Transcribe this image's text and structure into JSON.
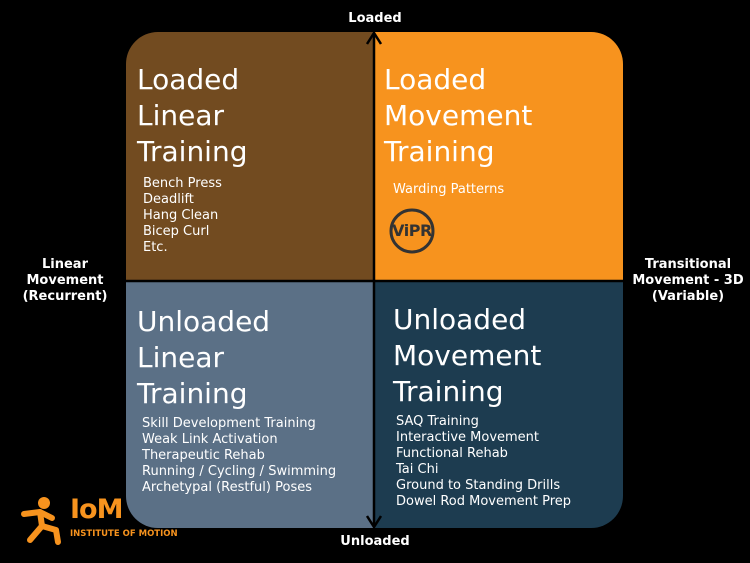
{
  "colors": {
    "background": "#000000",
    "loaded_linear": "#724b20",
    "loaded_movement": "#f7931e",
    "unloaded_linear": "#5b7086",
    "unloaded_movement": "#1d3c50",
    "axis": "#000000",
    "logo": "#f7931e"
  },
  "axes": {
    "top": "Loaded",
    "bottom": "Unloaded",
    "left": [
      "Linear",
      "Movement",
      "(Recurrent)"
    ],
    "right": [
      "Transitional",
      "Movement - 3D",
      "(Variable)"
    ]
  },
  "quadrants": {
    "loaded_linear": {
      "title": [
        "Loaded",
        "Linear",
        "Training"
      ],
      "items": [
        "Bench Press",
        "Deadlift",
        "Hang Clean",
        "Bicep Curl",
        "Etc."
      ]
    },
    "loaded_movement": {
      "title": [
        "Loaded",
        "Movement",
        "Training"
      ],
      "items": [
        "Warding Patterns"
      ],
      "badge": "ViPR",
      "badge_icon": "vipr-logo-icon"
    },
    "unloaded_linear": {
      "title": [
        "Unloaded",
        "Linear",
        "Training"
      ],
      "items": [
        "Skill Development Training",
        "Weak Link Activation",
        "Therapeutic Rehab",
        "Running / Cycling / Swimming",
        "Archetypal (Restful) Poses"
      ]
    },
    "unloaded_movement": {
      "title": [
        "Unloaded",
        "Movement",
        "Training"
      ],
      "items": [
        "SAQ Training",
        "Interactive Movement",
        "Functional Rehab",
        "Tai Chi",
        "Ground to Standing Drills",
        "Dowel Rod Movement Prep"
      ]
    }
  },
  "logo": {
    "name": "IoM",
    "subtitle": "INSTITUTE OF MOTION",
    "icon": "running-figure-icon"
  }
}
